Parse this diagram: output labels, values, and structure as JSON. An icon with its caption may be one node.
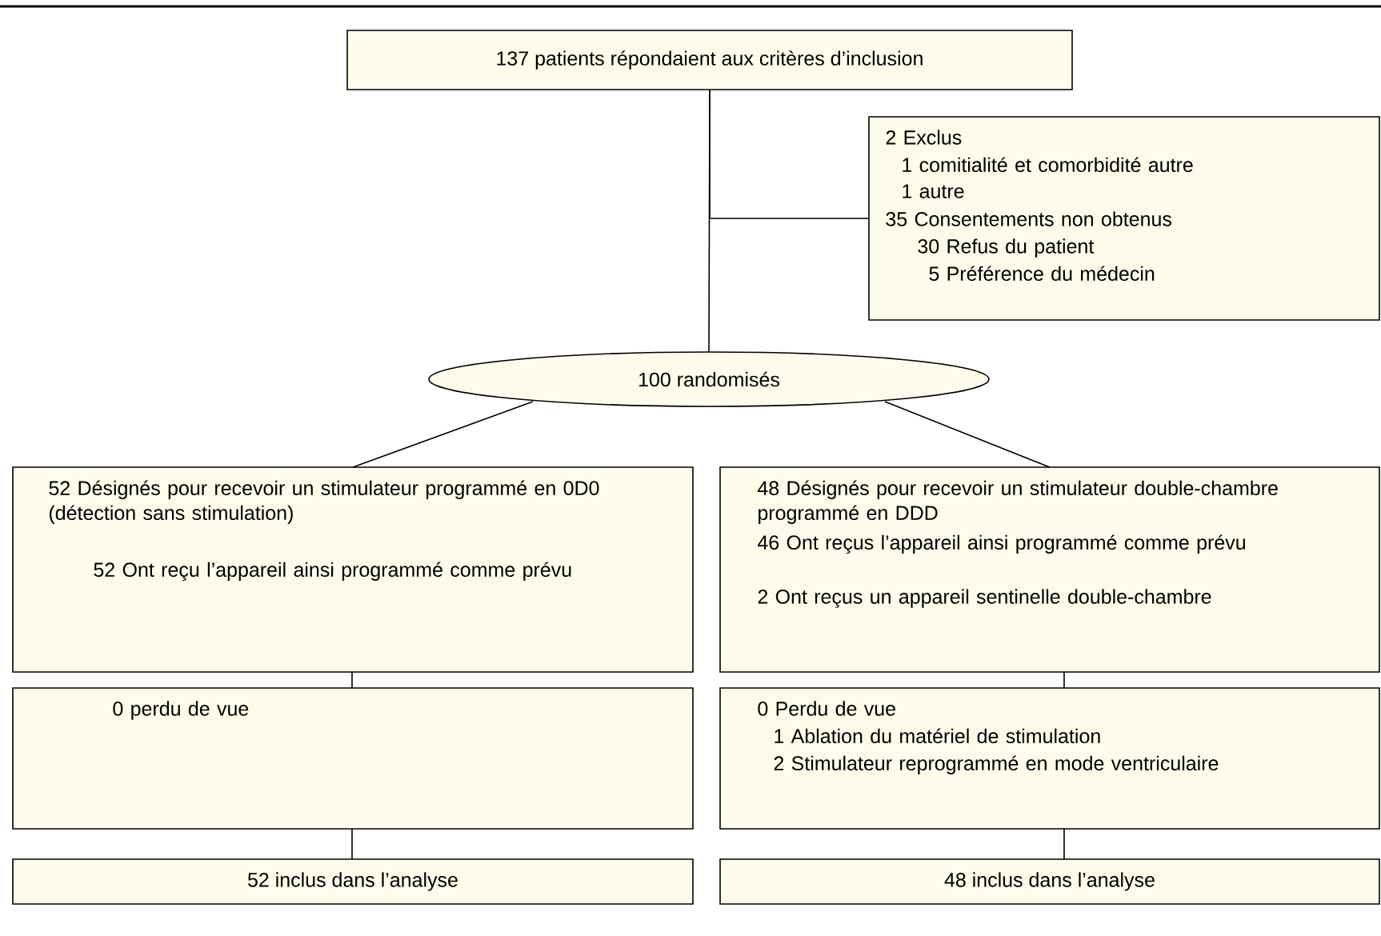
{
  "diagram": {
    "nodes": [
      {
        "text": [
          "137 patients répondaient aux critères d’inclusion"
        ]
      },
      {
        "text": [
          "2 Exclus",
          "1 comitialité et comorbidité autre",
          "1 autre",
          "35 Consentements non obtenus",
          "30 Refus du patient",
          "5 Préférence du médecin"
        ]
      },
      {
        "text": [
          "100 randomisés"
        ]
      },
      {
        "text": [
          "52 Désignés pour recevoir un stimulateur programmé en 0D0 (détection sans stimulation)",
          "52 Ont reçu l’appareil ainsi programmé comme prévu"
        ]
      },
      {
        "text": [
          "48 Désignés pour recevoir un stimulateur double-chambre programmé en DDD",
          "46 Ont reçus l’appareil ainsi programmé comme prévu",
          "2 Ont reçus un appareil sentinelle double-chambre"
        ]
      },
      {
        "text": [
          "0 perdu de vue"
        ]
      },
      {
        "text": [
          "0 Perdu de vue",
          "1 Ablation du matériel de stimulation",
          "2 Stimulateur reprogrammé en mode ventriculaire"
        ]
      },
      {
        "text": [
          "52 inclus dans l’analyse"
        ]
      },
      {
        "text": [
          "48 inclus dans l’analyse"
        ]
      }
    ],
    "edges": [
      {
        "from": 0,
        "to": 2,
        "arrow": "none"
      },
      {
        "from": 0,
        "to": 1,
        "arrow": "none"
      },
      {
        "from": 2,
        "to": 3,
        "arrow": "none"
      },
      {
        "from": 2,
        "to": 4,
        "arrow": "none"
      },
      {
        "from": 3,
        "to": 5,
        "arrow": "none"
      },
      {
        "from": 4,
        "to": 6,
        "arrow": "none"
      },
      {
        "from": 5,
        "to": 7,
        "arrow": "none"
      },
      {
        "from": 6,
        "to": 8,
        "arrow": "none"
      }
    ]
  }
}
